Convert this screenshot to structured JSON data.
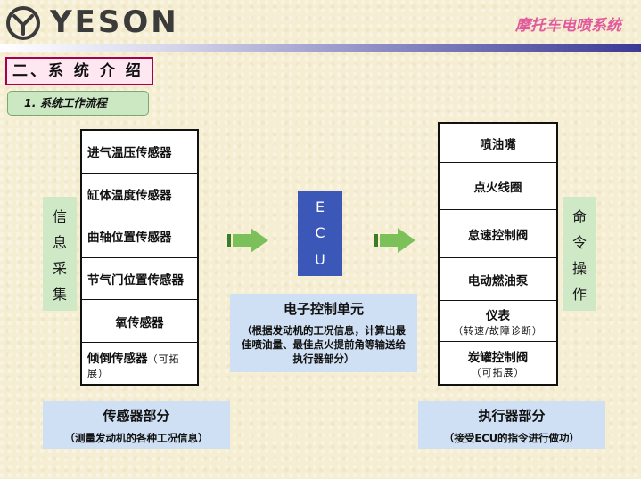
{
  "header": {
    "logo_text": "YESON",
    "title": "摩托车电喷系统"
  },
  "section_title": "二、系 统 介 绍",
  "subsection_title": "1. 系统工作流程",
  "info_label": [
    "信",
    "息",
    "采",
    "集"
  ],
  "command_label": [
    "命",
    "令",
    "操",
    "作"
  ],
  "sensors": [
    {
      "label": "进气温压传感器"
    },
    {
      "label": "缸体温度传感器"
    },
    {
      "label": "曲轴位置传感器"
    },
    {
      "label": "节气门位置传感器"
    },
    {
      "label": "氧传感器"
    },
    {
      "label": "倾倒传感器",
      "note": "（可拓展）"
    }
  ],
  "ecu": {
    "letters": [
      "E",
      "C",
      "U"
    ],
    "title": "电子控制单元",
    "description": "（根据发动机的工况信息，计算出最佳喷油量、最佳点火提前角等输送给执行器部分）"
  },
  "actuators": [
    {
      "label": "喷油嘴"
    },
    {
      "label": "点火线圈"
    },
    {
      "label": "怠速控制阀"
    },
    {
      "label": "电动燃油泵"
    },
    {
      "label": "仪表",
      "note": "（转速/故障诊断）"
    },
    {
      "label": "炭罐控制阀",
      "note": "（可拓展）"
    }
  ],
  "sensor_panel": {
    "title": "传感器部分",
    "description": "（测量发动机的各种工况信息）"
  },
  "actuator_panel": {
    "title": "执行器部分",
    "description": "（接受ECU的指令进行做功）"
  },
  "colors": {
    "ecu_blue": "#3b57b8",
    "green_label": "#cfe8c6",
    "panel_blue": "#cfe0f4",
    "header_title_pink": "#e05a9c",
    "arrow_green": "#7cc05a"
  }
}
